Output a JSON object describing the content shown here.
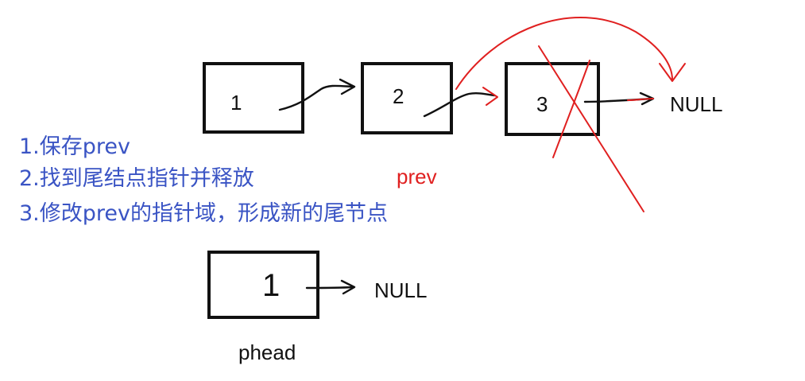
{
  "list": {
    "nodes": [
      {
        "label": "1"
      },
      {
        "label": "2"
      },
      {
        "label": "3"
      }
    ],
    "null_label": "NULL",
    "prev_label": "prev"
  },
  "steps": [
    "1.保存prev",
    "2.找到尾结点指针并释放",
    "3.修改prev的指针域，形成新的尾节点"
  ],
  "result": {
    "node_label": "1",
    "null_label": "NULL",
    "head_label": "phead"
  },
  "colors": {
    "annotation_red": "#e02020",
    "step_blue": "#3a54c4",
    "ink": "#111111"
  }
}
